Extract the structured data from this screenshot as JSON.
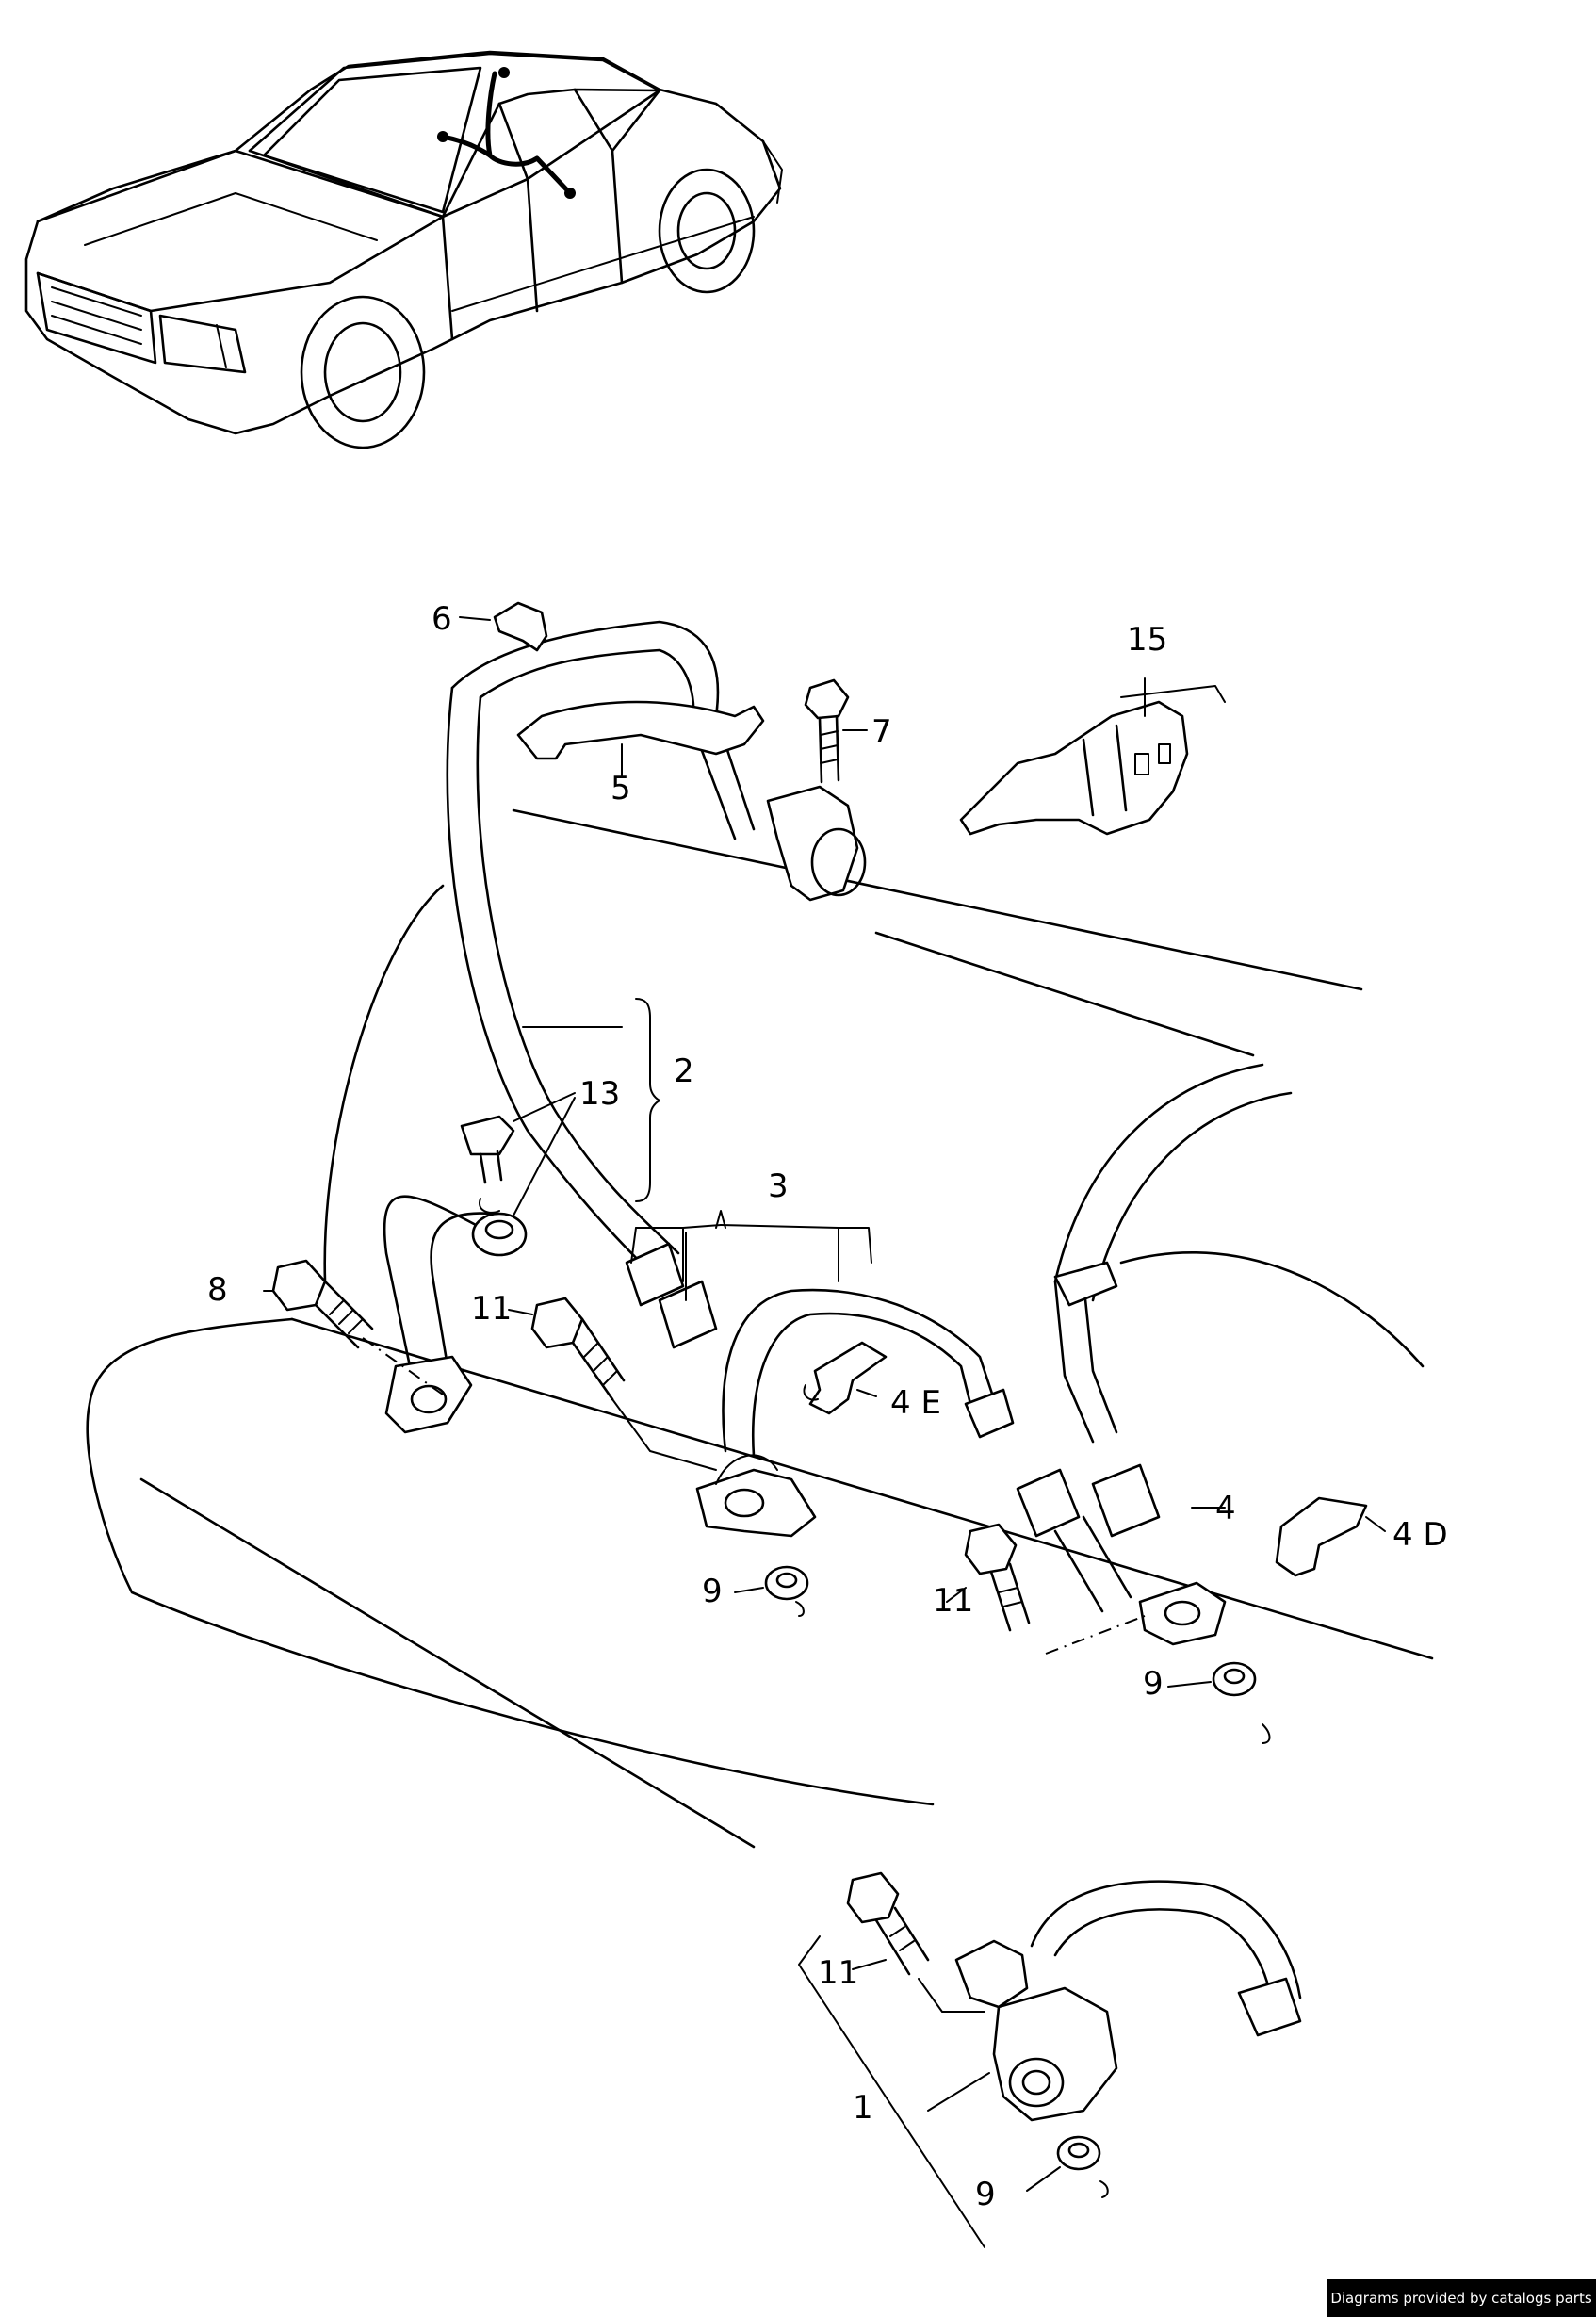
{
  "callouts": [
    {
      "id": "1",
      "text": "1"
    },
    {
      "id": "2",
      "text": "2"
    },
    {
      "id": "3",
      "text": "3"
    },
    {
      "id": "4",
      "text": "4"
    },
    {
      "id": "4d",
      "text": "4 D"
    },
    {
      "id": "4e",
      "text": "4 E"
    },
    {
      "id": "5",
      "text": "5"
    },
    {
      "id": "6",
      "text": "6"
    },
    {
      "id": "7",
      "text": "7"
    },
    {
      "id": "8",
      "text": "8"
    },
    {
      "id": "9a",
      "text": "9"
    },
    {
      "id": "9b",
      "text": "9"
    },
    {
      "id": "9c",
      "text": "9"
    },
    {
      "id": "11a",
      "text": "11"
    },
    {
      "id": "11b",
      "text": "11"
    },
    {
      "id": "11c",
      "text": "11"
    },
    {
      "id": "13",
      "text": "13"
    },
    {
      "id": "15",
      "text": "15"
    }
  ],
  "credit": "Diagrams provided by catalogs parts"
}
